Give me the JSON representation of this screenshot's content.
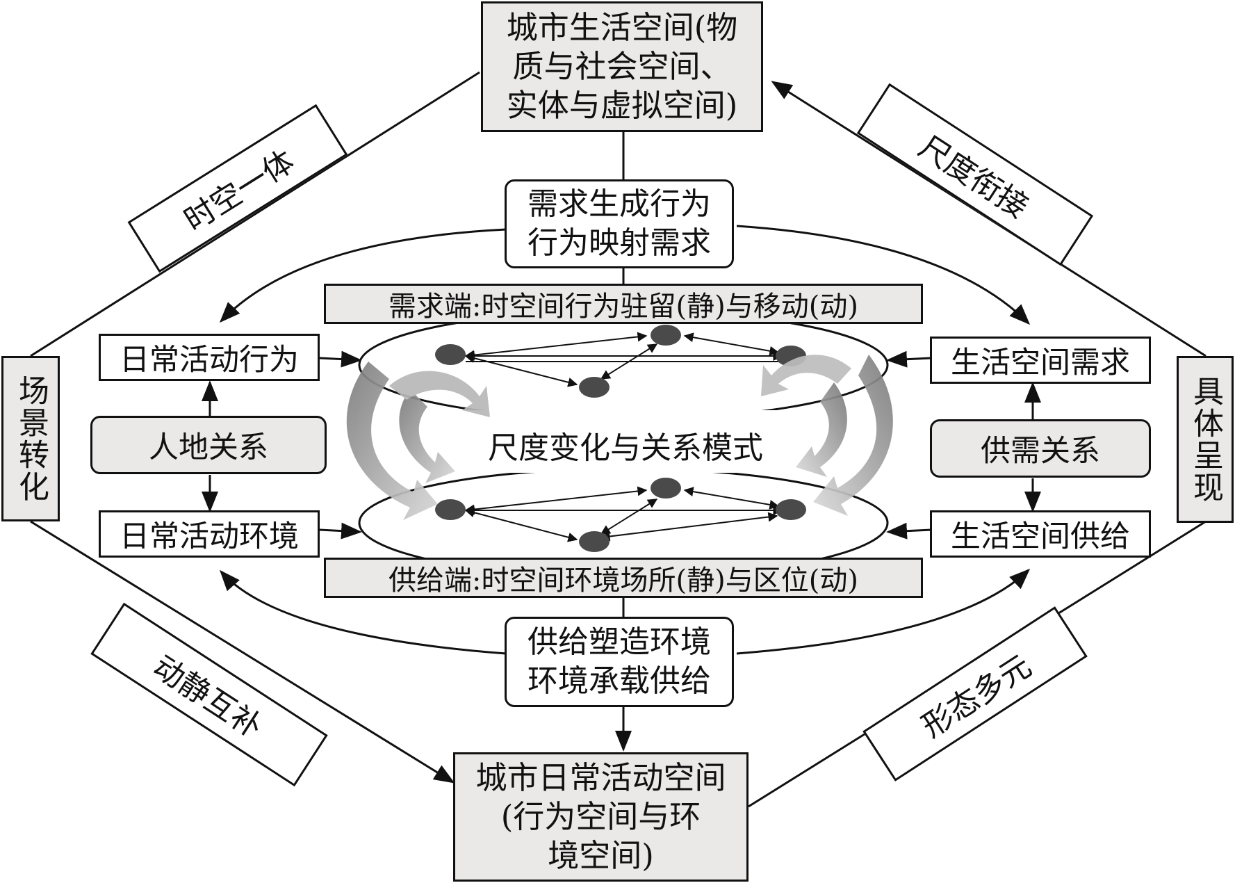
{
  "top_box": {
    "lines": [
      "城市生活空间(物",
      "质与社会空间、",
      "实体与虚拟空间)"
    ]
  },
  "bottom_box": {
    "lines": [
      "城市日常活动空间",
      "(行为空间与环",
      "境空间)"
    ]
  },
  "demand_behavior": {
    "lines": [
      "需求生成行为",
      "行为映射需求"
    ]
  },
  "supply_environment": {
    "lines": [
      "供给塑造环境",
      "环境承载供给"
    ]
  },
  "demand_side": {
    "text": "需求端:时空间行为驻留(静)与移动(动)"
  },
  "supply_side": {
    "text": "供给端:时空间环境场所(静)与区位(动)"
  },
  "center_label": {
    "text": "尺度变化与关系模式"
  },
  "daily_behavior": {
    "text": "日常活动行为"
  },
  "daily_environment": {
    "text": "日常活动环境"
  },
  "human_land": {
    "text": "人地关系"
  },
  "life_demand": {
    "text": "生活空间需求"
  },
  "life_supply": {
    "text": "生活空间供给"
  },
  "supply_demand": {
    "text": "供需关系"
  },
  "scene_transform": {
    "text": "场景转化"
  },
  "concrete_present": {
    "text": "具体呈现"
  },
  "spacetime_unity": {
    "text": "时空一体"
  },
  "scale_connect": {
    "text": "尺度衔接"
  },
  "dynamic_static": {
    "text": "动静互补"
  },
  "form_diverse": {
    "text": "形态多元"
  },
  "colors": {
    "box_fill": "#ebe8e8",
    "line": "#111111",
    "node": "#4a4a4a",
    "swirl": "#9a9a9a"
  }
}
